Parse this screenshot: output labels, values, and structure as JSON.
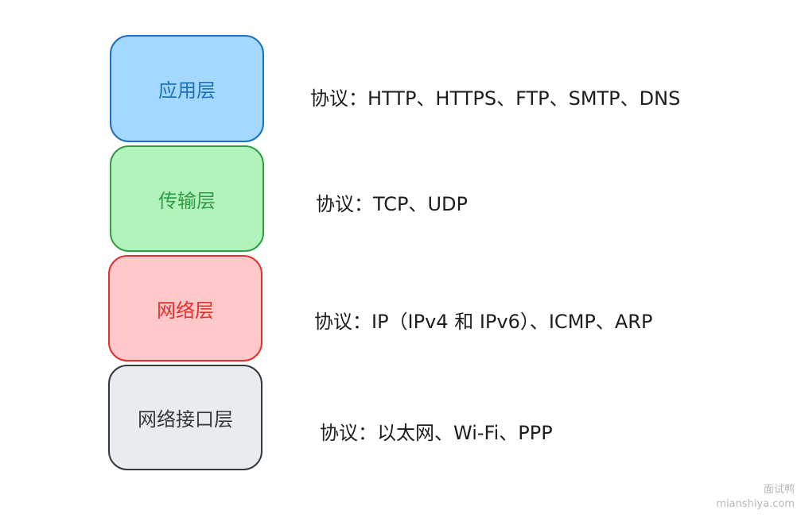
{
  "layers": [
    {
      "name": "应用层",
      "protocols": "协议：HTTP、HTTPS、FTP、SMTP、DNS",
      "fill": "#a5d8ff",
      "stroke": "#1971c2",
      "text_color": "#1971c2"
    },
    {
      "name": "传输层",
      "protocols": "协议：TCP、UDP",
      "fill": "#b2f2bb",
      "stroke": "#2f9e44",
      "text_color": "#2f9e44"
    },
    {
      "name": "网络层",
      "protocols": "协议：IP（IPv4 和 IPv6）、ICMP、ARP",
      "fill": "#ffc9c9",
      "stroke": "#e03131",
      "text_color": "#e03131"
    },
    {
      "name": "网络接口层",
      "protocols": "协议：以太网、Wi-Fi、PPP",
      "fill": "#e9ecef",
      "stroke": "#343a40",
      "text_color": "#343a40"
    }
  ],
  "watermark": {
    "line1": "面试鸭",
    "line2": "mianshiya.com"
  }
}
